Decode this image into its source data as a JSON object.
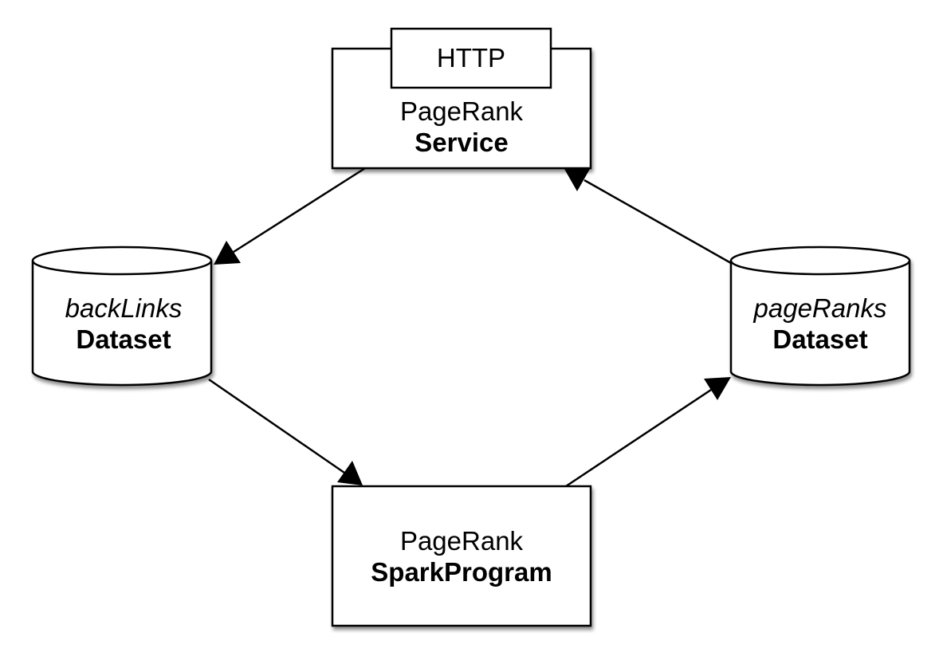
{
  "nodes": {
    "service": {
      "port_label": "HTTP",
      "line1": "PageRank",
      "line2": "Service"
    },
    "backlinks": {
      "line1": "backLinks",
      "line2": "Dataset"
    },
    "pageranks": {
      "line1": "pageRanks",
      "line2": "Dataset"
    },
    "spark": {
      "line1": "PageRank",
      "line2": "SparkProgram"
    }
  },
  "edges": [
    {
      "from": "service",
      "to": "backlinks"
    },
    {
      "from": "backlinks",
      "to": "spark"
    },
    {
      "from": "spark",
      "to": "pageranks"
    },
    {
      "from": "pageranks",
      "to": "service"
    }
  ],
  "colors": {
    "stroke": "#000000",
    "fill": "#ffffff",
    "shadow": "#9a9a9a"
  }
}
